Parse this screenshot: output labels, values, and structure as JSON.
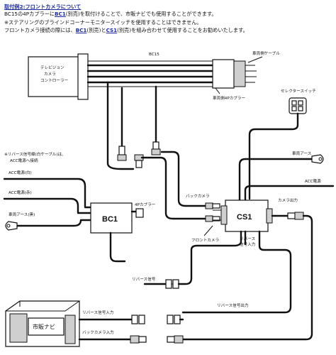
{
  "header": {
    "title": "取付例2:フロントカメラについて",
    "line1_pre": "BC15の4Pカプラーに",
    "line1_bc1": "BC1",
    "line1_bc1_sub": "(別売)",
    "line1_post": "を取付けることで、市販ナビでも使用することができます。",
    "line2": "※ステアリングのブラインドコーナーモニタースイッチを使用することはできません。",
    "line3_pre": "フロントカメラ接続の際には、",
    "line3_bc1": "BC1",
    "line3_mid": "(別売)と",
    "line3_cs1": "CS1",
    "line3_post": "(別売)を組み合わせて使用することをお勧めいたします。"
  },
  "labels": {
    "tv_controller": [
      "テレビジョン",
      "カメラ",
      "コントローラー"
    ],
    "bc15": "BC15",
    "vehicle_cable": "車両側ケーブル",
    "vehicle_4p": "車両側4Pカプラー",
    "selector_switch": "セレクタースイッチ",
    "reverse_white_note": [
      "※リバース信号線(白ケーブル)は、",
      "ACC電源へ接続"
    ],
    "vehicle_ground_right": "車両アース",
    "acc_power_right": "ACC電源",
    "acc_white": "ACC電源(白)",
    "acc_red": "ACC電源(赤)",
    "vehicle_ground_black": "車両アース(黒)",
    "back_camera": "バックカメラ",
    "four_p_coupler": "4Pカプラー",
    "camera_output": "カメラ出力",
    "front_camera": "フロントカメラ",
    "reverse_signal_input_cs1": [
      "リバース",
      "信号入力"
    ],
    "reverse_signal": "リバース信号",
    "reverse_signal_output": "リバース信号出力",
    "nav_reverse_input": "リバース信号入力",
    "nav_back_camera_input": "バックカメラ入力",
    "bc1": "BC1",
    "cs1": "CS1",
    "nav": "市販ナビ"
  }
}
